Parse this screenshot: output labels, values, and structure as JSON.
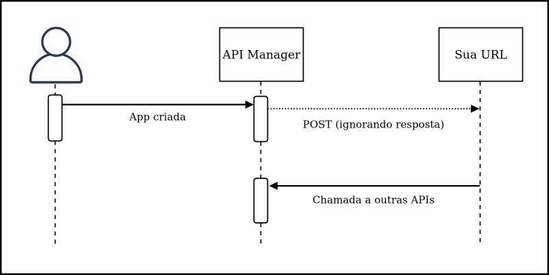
{
  "diagram": {
    "type": "uml-sequence-diagram",
    "colors": {
      "background": "#ffffff",
      "frame_border": "#000000",
      "line": "#000000",
      "box_fill": "#ffffff",
      "actor_stroke": "#2b3a4a"
    },
    "participants": [
      {
        "id": "user",
        "kind": "actor",
        "label": ""
      },
      {
        "id": "api_manager",
        "kind": "box",
        "label": "API Manager"
      },
      {
        "id": "sua_url",
        "kind": "box",
        "label": "Sua URL"
      }
    ],
    "messages": [
      {
        "label": "App criada",
        "from": "user",
        "to": "api_manager",
        "line_style": "solid",
        "direction": "right"
      },
      {
        "label": "POST (ignorando resposta)",
        "from": "api_manager",
        "to": "sua_url",
        "line_style": "dotted",
        "direction": "right"
      },
      {
        "label": "Chamada a outras APIs",
        "from": "sua_url",
        "to": "api_manager",
        "line_style": "solid",
        "direction": "left"
      }
    ]
  }
}
